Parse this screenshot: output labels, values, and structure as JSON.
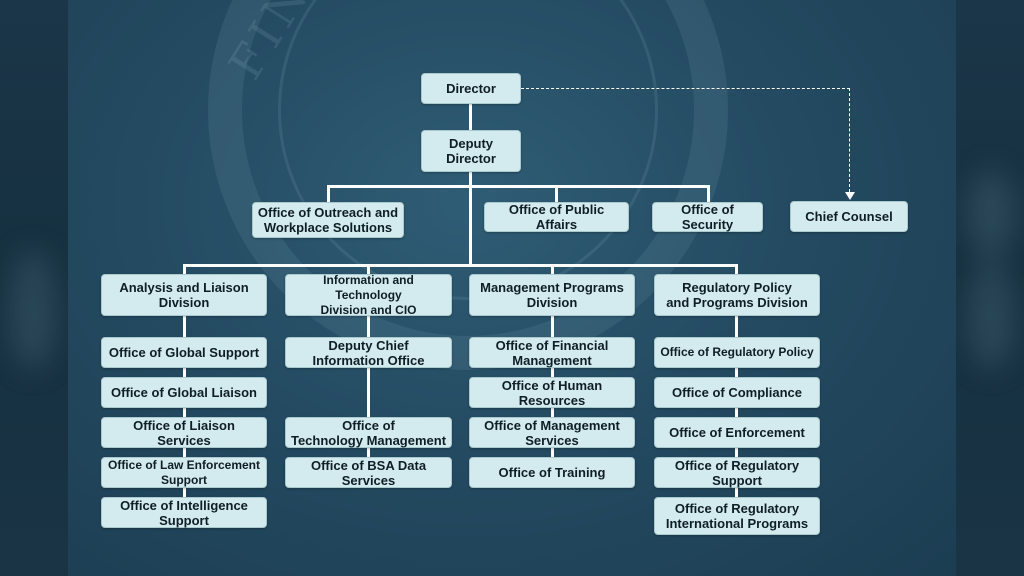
{
  "chart": {
    "director": "Director",
    "deputy_director": "Deputy Director",
    "chief_counsel": "Chief Counsel",
    "staff_offices": [
      "Office of Outreach and\nWorkplace Solutions",
      "Office of Public Affairs",
      "Office of Security"
    ],
    "divisions": [
      {
        "name": "Analysis and Liaison\nDivision",
        "offices": [
          "Office of Global Support",
          "Office of Global Liaison",
          "Office of Liaison Services",
          "Office of Law Enforcement\nSupport",
          "Office of Intelligence\nSupport"
        ]
      },
      {
        "name": "Information and Technology\nDivision and CIO",
        "offices": [
          "Deputy Chief\nInformation Office",
          "Office of\nTechnology Management",
          "Office of BSA Data\nServices"
        ]
      },
      {
        "name": "Management Programs\nDivision",
        "offices": [
          "Office of Financial\nManagement",
          "Office of Human\nResources",
          "Office of Management\nServices",
          "Office of Training"
        ]
      },
      {
        "name": "Regulatory Policy\nand Programs Division",
        "offices": [
          "Office of Regulatory Policy",
          "Office of Compliance",
          "Office of Enforcement",
          "Office of Regulatory\nSupport",
          "Office of Regulatory\nInternational Programs"
        ]
      }
    ]
  },
  "background": {
    "seal_text": "FINA"
  },
  "colors": {
    "box_fill": "#d3ebee",
    "panel_background": "#244b62",
    "connector": "#ffffff",
    "text": "#0f1e26"
  }
}
